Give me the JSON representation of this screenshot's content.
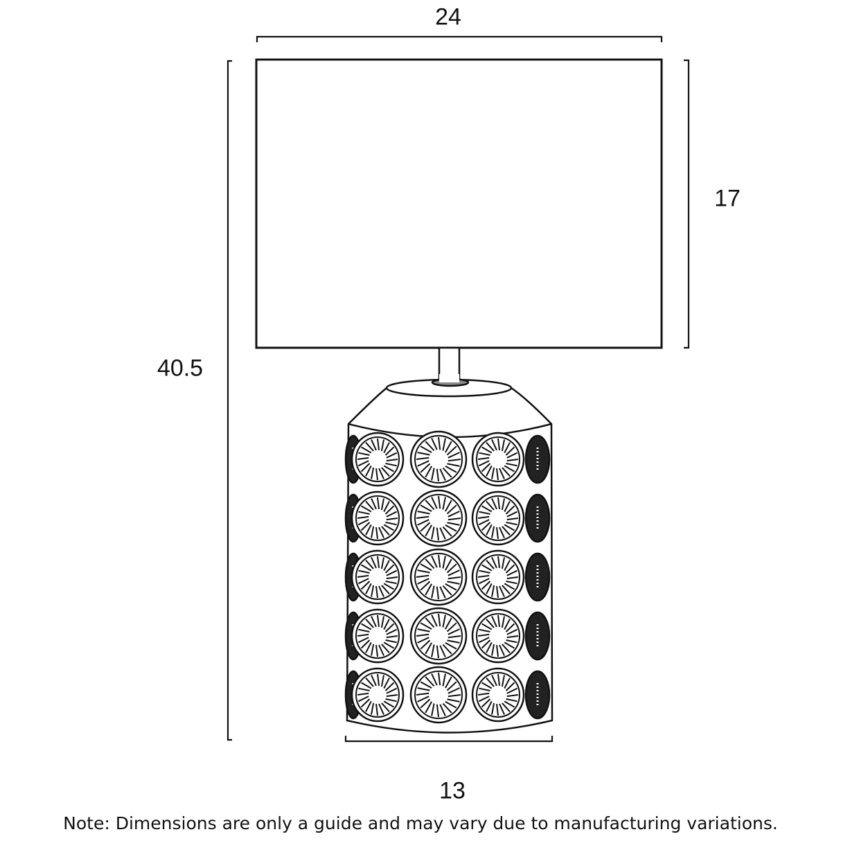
{
  "dimensions": {
    "shade_width": "24",
    "shade_height": "17",
    "total_height": "40.5",
    "base_width": "13"
  },
  "note": "Note: Dimensions are only a guide and may vary due to manufacturing variations.",
  "colors": {
    "line": "#111111",
    "background": "#ffffff"
  }
}
